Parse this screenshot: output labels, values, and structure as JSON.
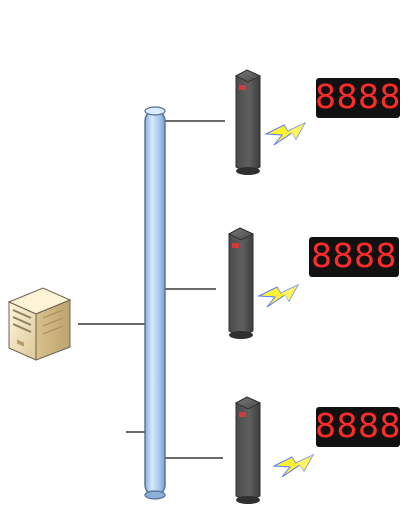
{
  "displays": [
    {
      "value": "8888",
      "color": "#ff2b2b"
    },
    {
      "value": "8888",
      "color": "#ff2b2b"
    },
    {
      "value": "8888",
      "color": "#ff2b2b"
    }
  ],
  "icons": {
    "server": "server-icon",
    "backbone": "vertical-pipe-bus",
    "pillar": "bollard-pillar-icon",
    "wireless": "lightning-bolt-icon"
  },
  "colors": {
    "pipe": "#a9c8ea",
    "pipe_edge": "#4f6f95",
    "pillar": "#555555",
    "display_bg": "#111111",
    "bolt": "#fff233"
  }
}
